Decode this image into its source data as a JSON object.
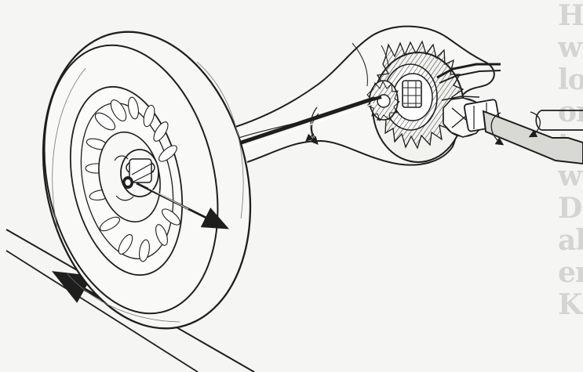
{
  "figure": {
    "colors": {
      "paper": "#f5f5f3",
      "ink": "#1e1e1e",
      "ghost_text": "#c9c9c5",
      "shade": "#d8d8d4"
    },
    "bleed_through_text": [
      "Ho",
      "w",
      "lo",
      "on",
      "t",
      "w",
      "De",
      "al",
      "er",
      "Ki"
    ]
  }
}
